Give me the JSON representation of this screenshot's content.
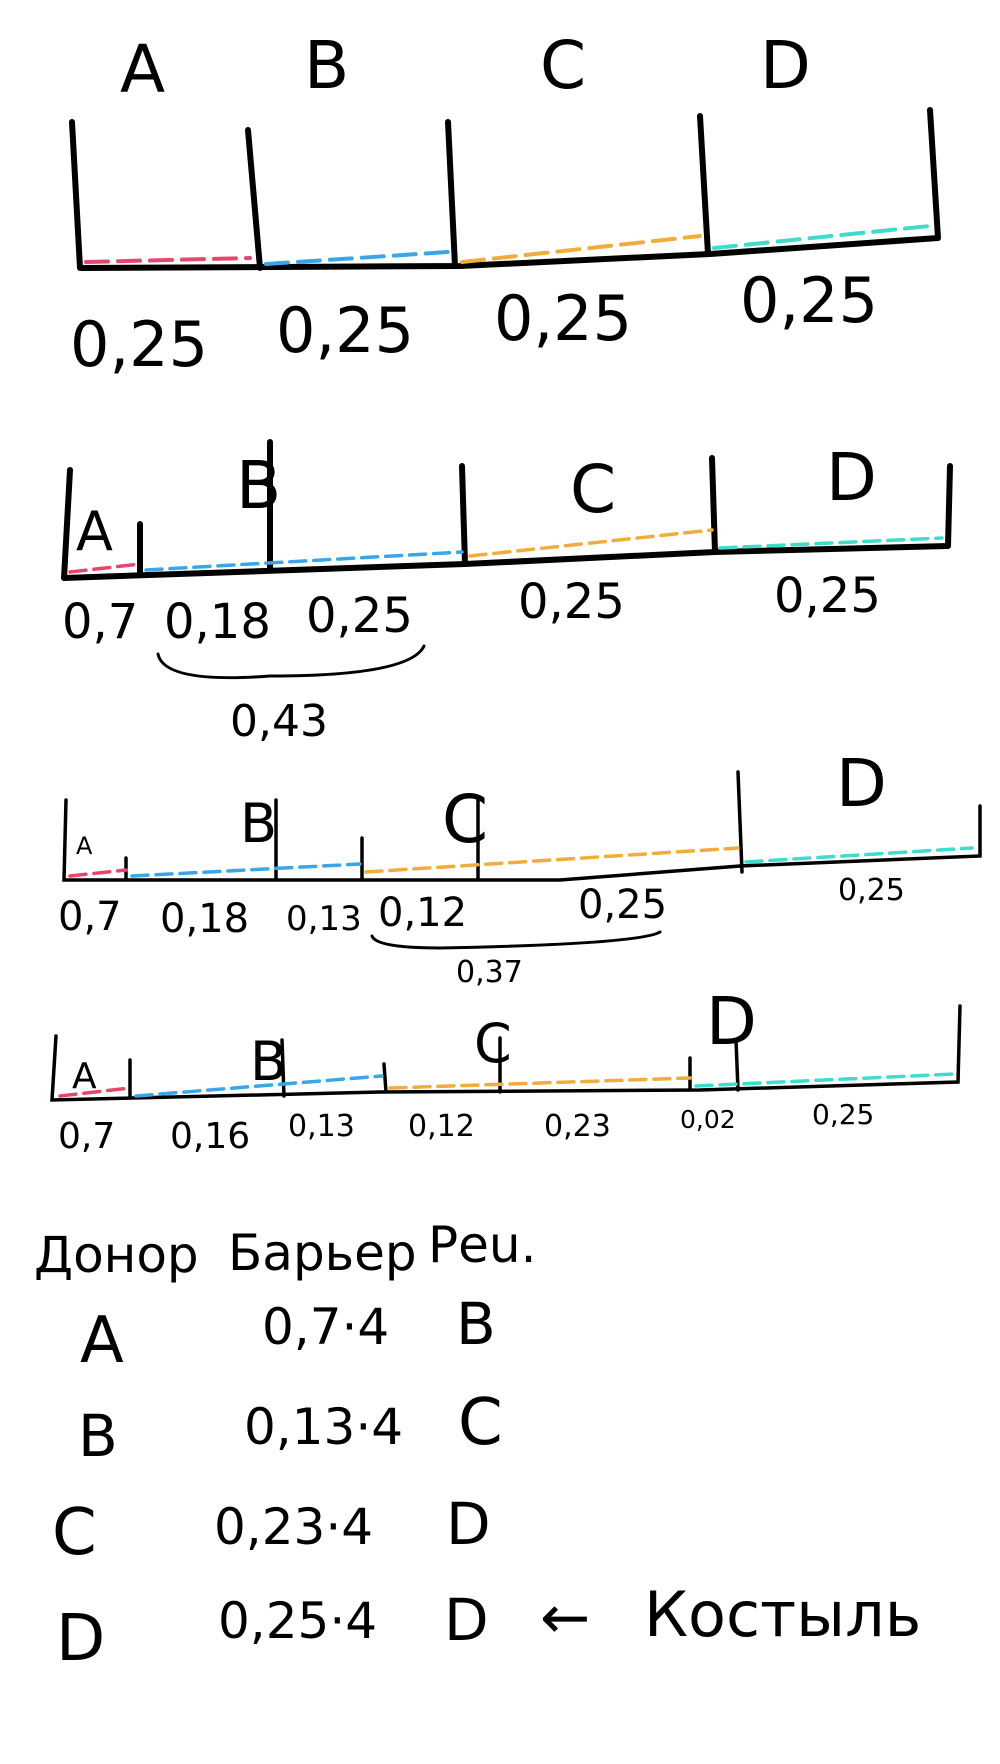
{
  "colors": {
    "A": "#e5466b",
    "B": "#3aa6e8",
    "C": "#f0ad3c",
    "D": "#3fdccc",
    "ink": "#000000",
    "background": "#ffffff"
  },
  "rows": [
    {
      "labels": [
        "A",
        "B",
        "C",
        "D"
      ],
      "values": [
        "0,25",
        "0,25",
        "0,25",
        "0,25"
      ]
    },
    {
      "labels": [
        "A",
        "B",
        "C",
        "D"
      ],
      "values": [
        "0,7",
        "0,18",
        "0,25",
        "0,25",
        "0,25"
      ],
      "bracket_sum": "0,43"
    },
    {
      "labels": [
        "A",
        "B",
        "C",
        "D"
      ],
      "values": [
        "0,7",
        "0,18",
        "0,13",
        "0,12",
        "0,25",
        "0,25"
      ],
      "bracket_sum": "0,37"
    },
    {
      "labels": [
        "A",
        "B",
        "C",
        "D"
      ],
      "values": [
        "0,7",
        "0,16",
        "0,13",
        "0,12",
        "0,23",
        "0,02",
        "0,25"
      ]
    }
  ],
  "table": {
    "headers": [
      "Донор",
      "Барьер",
      "Реu."
    ],
    "rows": [
      {
        "donor": "A",
        "barrier": "0,7·4",
        "recipient": "B"
      },
      {
        "donor": "B",
        "barrier": "0,13·4",
        "recipient": "C"
      },
      {
        "donor": "C",
        "barrier": "0,23·4",
        "recipient": "D"
      },
      {
        "donor": "D",
        "barrier": "0,25·4",
        "recipient": "D"
      }
    ],
    "note_arrow": "←",
    "note": "Костыль"
  }
}
